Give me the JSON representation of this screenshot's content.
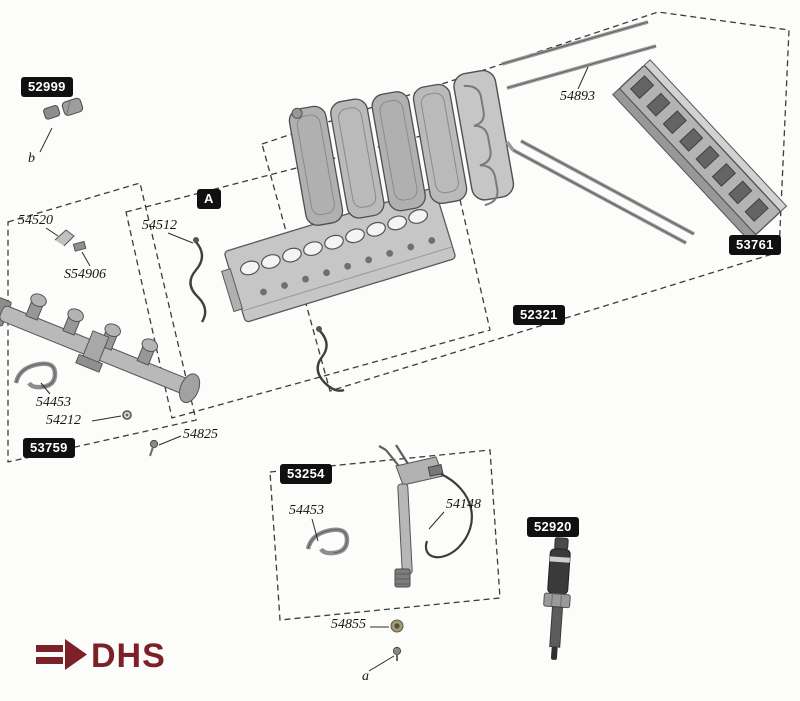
{
  "colors": {
    "label_box_bg": "#101010",
    "label_box_text": "#ffffff",
    "dashed_line": "#3c3c3c",
    "logo": "#7d2128"
  },
  "logo": {
    "text": "DHS",
    "color": "#7d2128"
  },
  "boxes": {
    "grommets": "52999",
    "manifold_assembly": "53759",
    "detail_a": "A",
    "heat_exchanger": "52321",
    "burner_support": "53761",
    "igniter_assembly": "53254",
    "flame_sensor": "52920"
  },
  "callouts": {
    "grommet_b": "b",
    "bracket": "54520",
    "sensor": "S54906",
    "igniter_wire": "54512",
    "manifold_gasket": "54453",
    "washer": "54212",
    "manifold_screw": "54825",
    "rod": "54893",
    "igniter_gasket": "54453",
    "igniter_cable": "54148",
    "nut": "54855",
    "screw_a": "a"
  }
}
